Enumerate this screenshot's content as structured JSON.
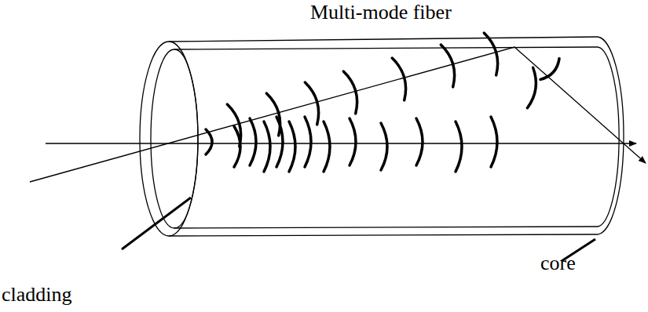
{
  "diagram": {
    "labels": [
      "Multi-mode fiber",
      "core",
      "cladding"
    ]
  }
}
